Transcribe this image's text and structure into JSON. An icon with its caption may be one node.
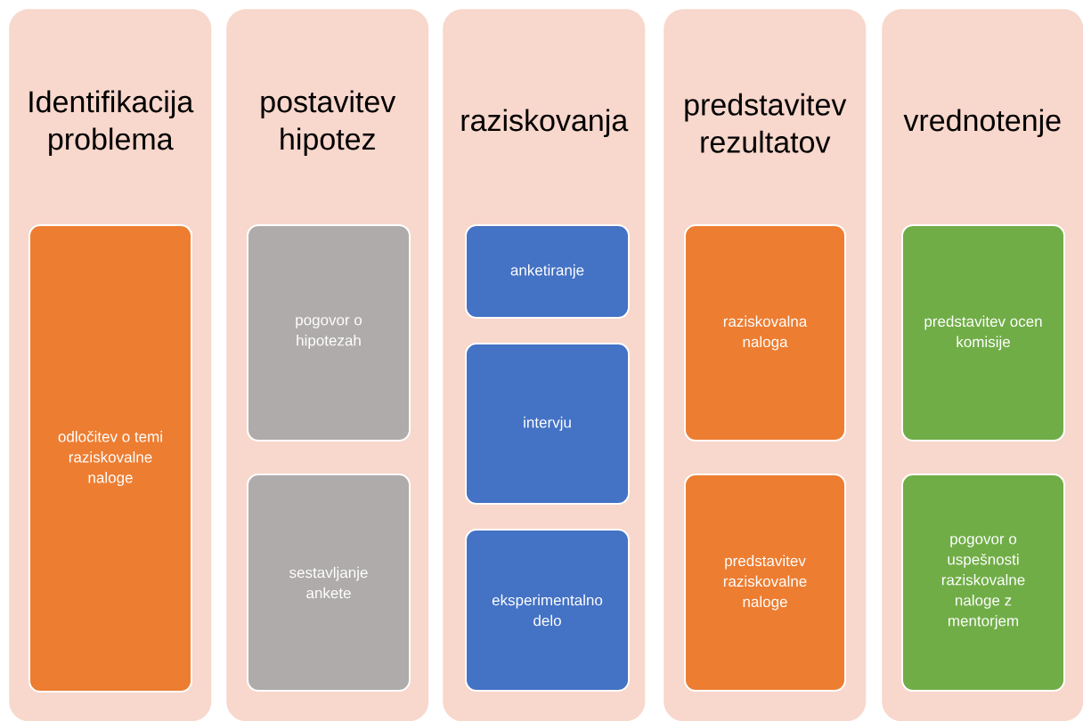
{
  "diagram": {
    "nodes": [
      {
        "text": [
          "Identifikacija problema"
        ]
      },
      {
        "text": [
          "odločitev o temi raziskovalne naloge"
        ],
        "in": 0
      },
      {
        "text": [
          "postavitev hipotez"
        ]
      },
      {
        "text": [
          "pogovor o hipotezah"
        ],
        "in": 2
      },
      {
        "text": [
          "sestavljanje ankete"
        ],
        "in": 2
      },
      {
        "text": [
          "raziskovanja"
        ]
      },
      {
        "text": [
          "anketiranje"
        ],
        "in": 5
      },
      {
        "text": [
          "intervju"
        ],
        "in": 5
      },
      {
        "text": [
          "eksperimentalno delo"
        ],
        "in": 5
      },
      {
        "text": [
          "predstavitev rezultatov"
        ]
      },
      {
        "text": [
          "raziskovalna naloga"
        ],
        "in": 9
      },
      {
        "text": [
          "predstavitev raziskovalne naloge"
        ],
        "in": 9
      },
      {
        "text": [
          "vrednotenje"
        ]
      },
      {
        "text": [
          "predstavitev ocen komisije"
        ],
        "in": 12
      },
      {
        "text": [
          "pogovor o uspešnosti raziskovalne naloge z mentorjem"
        ],
        "in": 12
      }
    ]
  }
}
